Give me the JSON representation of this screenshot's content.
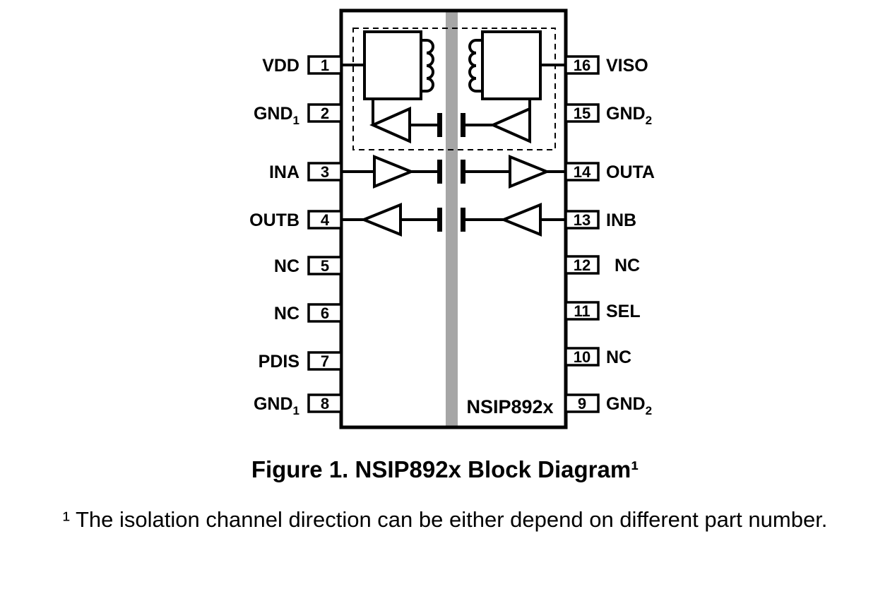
{
  "figure": {
    "caption": "Figure 1. NSIP892x Block Diagram¹",
    "footnote": "¹ The isolation channel direction can be either depend on different part number."
  },
  "diagram": {
    "chip_label": "NSIP892x",
    "left_pins": [
      {
        "num": "1",
        "label": "VDD"
      },
      {
        "num": "2",
        "label": "GND",
        "sub": "1"
      },
      {
        "num": "3",
        "label": "INA"
      },
      {
        "num": "4",
        "label": "OUTB"
      },
      {
        "num": "5",
        "label": "NC"
      },
      {
        "num": "6",
        "label": "NC"
      },
      {
        "num": "7",
        "label": "PDIS"
      },
      {
        "num": "8",
        "label": "GND",
        "sub": "1"
      }
    ],
    "right_pins": [
      {
        "num": "16",
        "label": "VISO"
      },
      {
        "num": "15",
        "label": "GND",
        "sub": "2"
      },
      {
        "num": "14",
        "label": "OUTA"
      },
      {
        "num": "13",
        "label": "INB"
      },
      {
        "num": "12",
        "label": "NC"
      },
      {
        "num": "11",
        "label": "SEL"
      },
      {
        "num": "10",
        "label": "NC"
      },
      {
        "num": "9",
        "label": "GND",
        "sub": "2"
      }
    ]
  },
  "colors": {
    "barrier": "#a6a6a6",
    "line": "#000000",
    "background": "#ffffff",
    "text": "#000000"
  }
}
